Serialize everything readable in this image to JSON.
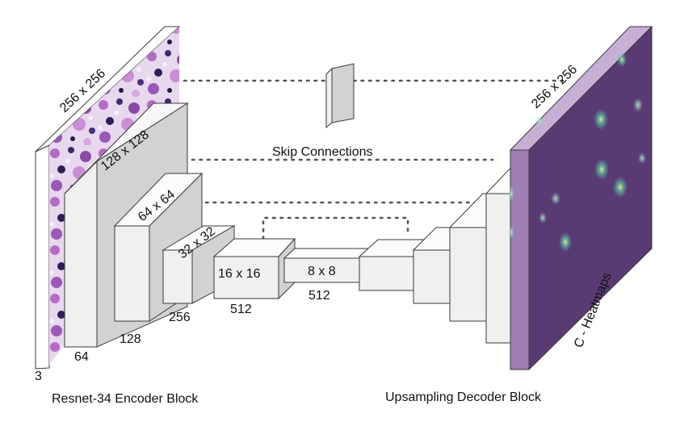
{
  "diagram": {
    "encoder": {
      "block_label": "Resnet-34 Encoder Block",
      "input_size": "256 x 256",
      "input_channels": "3",
      "levels": [
        {
          "size": "128 x 128",
          "channels": "64"
        },
        {
          "size": "64 x 64",
          "channels": "128"
        },
        {
          "size": "32 x 32",
          "channels": "256"
        },
        {
          "size": "16 x 16",
          "channels": "512"
        }
      ]
    },
    "bottleneck": {
      "size": "8 x 8",
      "channels": "512"
    },
    "skip_label": "Skip Connections",
    "decoder": {
      "block_label": "Upsampling Decoder Block",
      "output_size": "256 x 256",
      "output_label": "C - Heatmaps"
    },
    "colors": {
      "box_front": "#f0f0f0",
      "box_side": "#d2d2d2",
      "heatmap_tint": "#5a3a73",
      "histology_stain": "#7a3f9a"
    }
  }
}
